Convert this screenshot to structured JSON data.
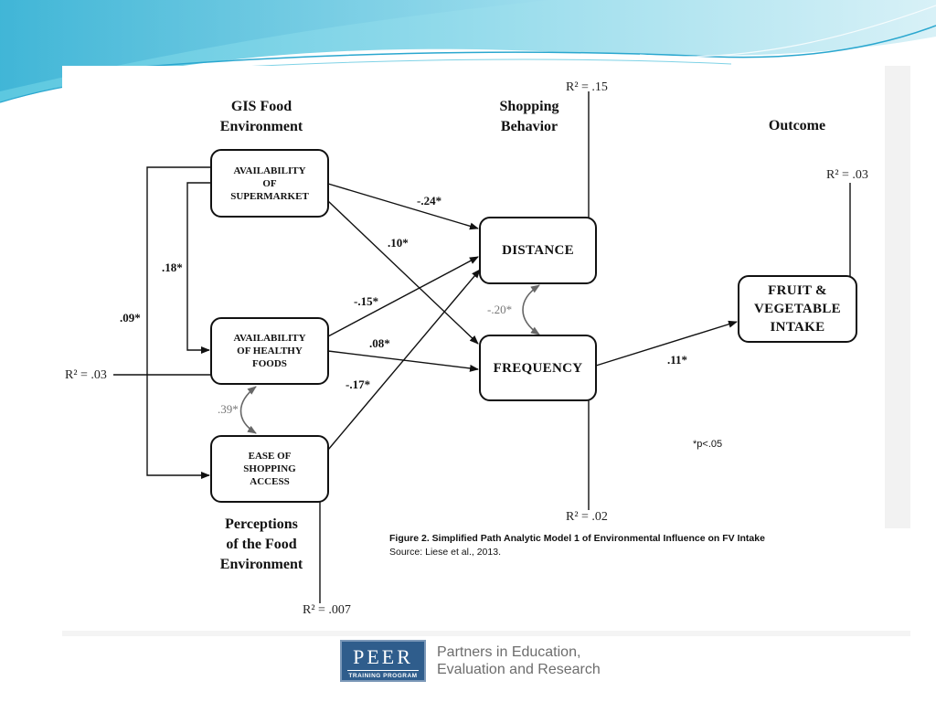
{
  "headers": {
    "gis": "GIS Food\nEnvironment",
    "shopping": "Shopping\nBehavior",
    "outcome": "Outcome",
    "perceptions": "Perceptions\nof the Food\nEnvironment"
  },
  "nodes": {
    "supermarket": "AVAILABILITY\nOF\nSUPERMARKET",
    "healthy": "AVAILABILITY\nOF HEALTHY\nFOODS",
    "ease": "EASE OF\nSHOPPING\nACCESS",
    "distance": "DISTANCE",
    "frequency": "FREQUENCY",
    "fv_intake": "FRUIT &\nVEGETABLE\nINTAKE"
  },
  "paths": {
    "supermarket_distance": "-.24*",
    "supermarket_frequency": ".10*",
    "healthy_distance": "-.15*",
    "healthy_frequency": ".08*",
    "ease_distance": "-.17*",
    "frequency_fv": ".11*",
    "supermarket_healthy": ".18*",
    "supermarket_ease": ".09*",
    "healthy_ease_cov": ".39*",
    "distance_frequency_cov": "-.20*"
  },
  "r_squared": {
    "distance": "R² = .15",
    "fv_intake": "R² = .03",
    "frequency": "R² = .02",
    "healthy": "R² = .03",
    "ease": "R² = .007"
  },
  "significance_note": "*p<.05",
  "caption": {
    "title": "Figure 2. Simplified Path Analytic Model 1 of Environmental Influence on FV Intake",
    "source": "Source: Liese et al., 2013."
  },
  "logo": {
    "name": "PEER",
    "sub": "TRAINING PROGRAM",
    "text": "Partners in Education,\nEvaluation and Research"
  },
  "colors": {
    "banner_light": "#d6f1f7",
    "banner_mid": "#6fd0e4",
    "banner_dark": "#28a9cf",
    "logo_blue": "#2f5d8c"
  }
}
